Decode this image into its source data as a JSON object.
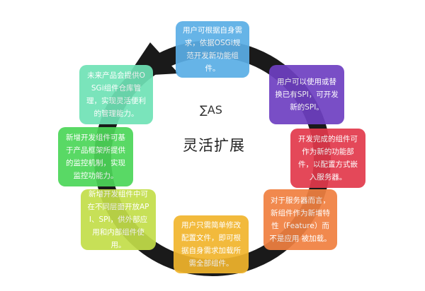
{
  "center": {
    "logo": "∑AS",
    "title": "灵活扩展"
  },
  "cards": [
    {
      "id": "c1",
      "text": "用户可根据自身需求，依据OSGi规范开发新功能组件。",
      "color": "#5aaee6"
    },
    {
      "id": "c2",
      "text": "用户可以使用或替换已有SPI，可开发新的SPI。",
      "color": "#6e3fc2"
    },
    {
      "id": "c3",
      "text": "开发完成的组件可作为新的功能部件，以配置方式嵌入服务器。",
      "color": "#e2394b"
    },
    {
      "id": "c4",
      "text": "对于服务器而言，新组件作为新增特性（Feature）而不是应用 被加载。",
      "color": "#f08040"
    },
    {
      "id": "c5",
      "text": "用户只需简单修改配置文件，即可根据自身需求加载所需全部组件。",
      "color": "#f1b52c"
    },
    {
      "id": "c6",
      "text": "新增开发组件中可在不同层面开放API、SPI，供外部应用和内部组件使用。",
      "color": "#c3de49"
    },
    {
      "id": "c7",
      "text": "新增开发组件可基于产品框架所提供的监控机制，实现监控功能力。",
      "color": "#4cd658"
    },
    {
      "id": "c8",
      "text": "未来产品会提供OSGi组件仓库管理，实现灵活便利的管理能力。",
      "color": "#6fe2b6"
    }
  ]
}
